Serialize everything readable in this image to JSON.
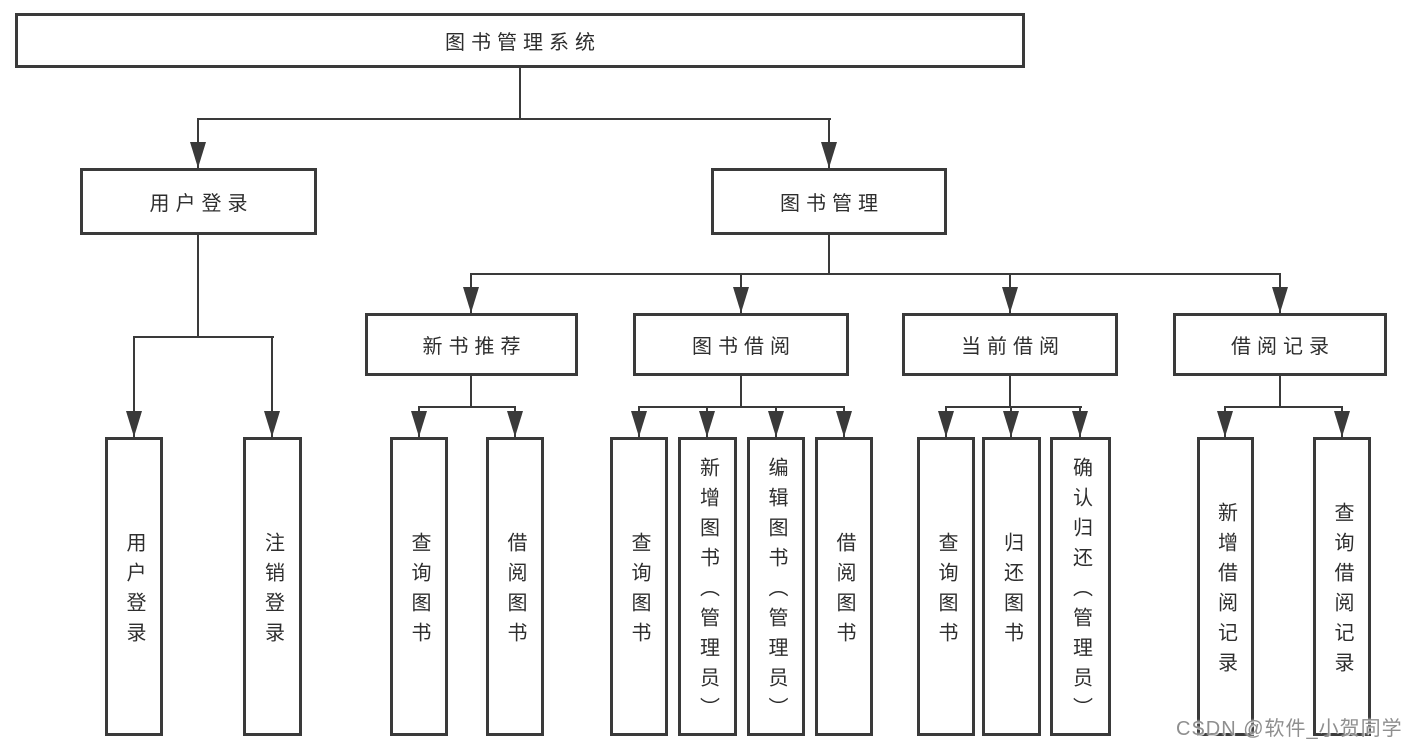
{
  "title": "图书管理系统",
  "watermark": "CSDN @软件_小贺同学",
  "colors": {
    "line": "#3a3a3a",
    "text": "#2e2e2e",
    "watermark": "#8f8f8f",
    "background": "#ffffff"
  },
  "root": {
    "label": "图书管理系统"
  },
  "branches": [
    {
      "label": "用户登录",
      "children": [
        {
          "label": "用户登录"
        },
        {
          "label": "注销登录"
        }
      ]
    },
    {
      "label": "图书管理",
      "children": [
        {
          "label": "新书推荐",
          "children": [
            {
              "label": "查询图书"
            },
            {
              "label": "借阅图书"
            }
          ]
        },
        {
          "label": "图书借阅",
          "children": [
            {
              "label": "查询图书"
            },
            {
              "label": "新增图书（管理员）"
            },
            {
              "label": "编辑图书（管理员）"
            },
            {
              "label": "借阅图书"
            }
          ]
        },
        {
          "label": "当前借阅",
          "children": [
            {
              "label": "查询图书"
            },
            {
              "label": "归还图书"
            },
            {
              "label": "确认归还（管理员）"
            }
          ]
        },
        {
          "label": "借阅记录",
          "children": [
            {
              "label": "新增借阅记录"
            },
            {
              "label": "查询借阅记录"
            }
          ]
        }
      ]
    }
  ]
}
